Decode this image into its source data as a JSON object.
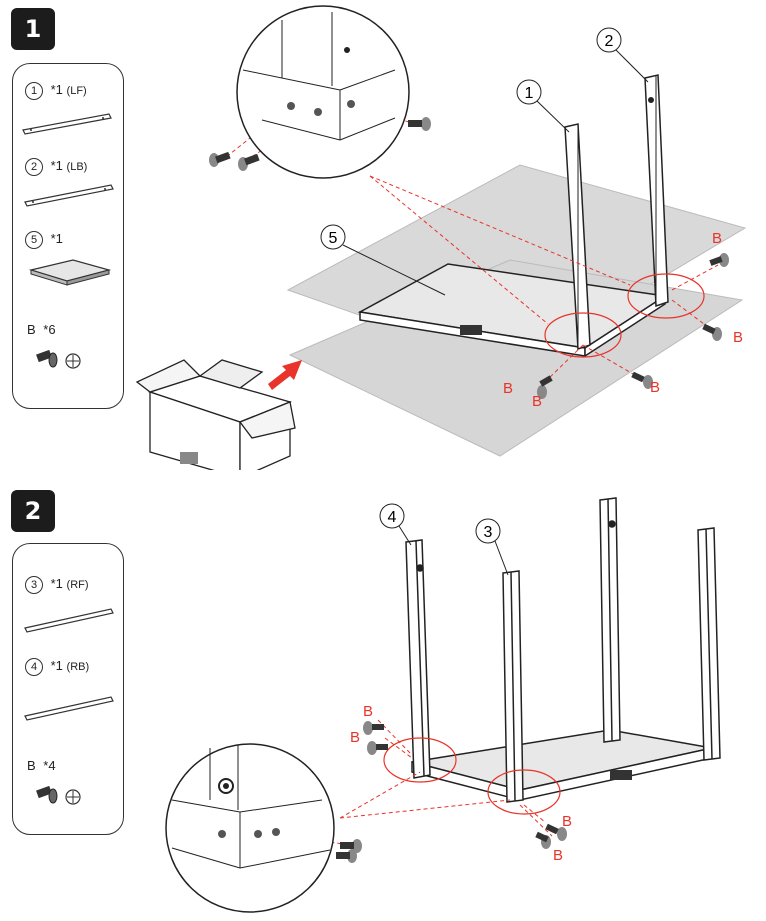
{
  "step1": {
    "number": "1",
    "parts": [
      {
        "id": "1",
        "qty": "*1",
        "code": "(LF)"
      },
      {
        "id": "2",
        "qty": "*1",
        "code": "(LB)"
      },
      {
        "id": "5",
        "qty": "*1",
        "code": ""
      }
    ],
    "bolt": {
      "letter": "B",
      "qty": "*6"
    },
    "callouts": [
      "1",
      "2",
      "5"
    ],
    "bolt_tag": "B"
  },
  "step2": {
    "number": "2",
    "parts": [
      {
        "id": "3",
        "qty": "*1",
        "code": "(RF)"
      },
      {
        "id": "4",
        "qty": "*1",
        "code": "(RB)"
      }
    ],
    "bolt": {
      "letter": "B",
      "qty": "*4"
    },
    "callouts": [
      "4",
      "3"
    ],
    "bolt_tag": "B"
  },
  "colors": {
    "accent": "#e8342a",
    "board": "#d9d9d9",
    "outline": "#333333"
  }
}
